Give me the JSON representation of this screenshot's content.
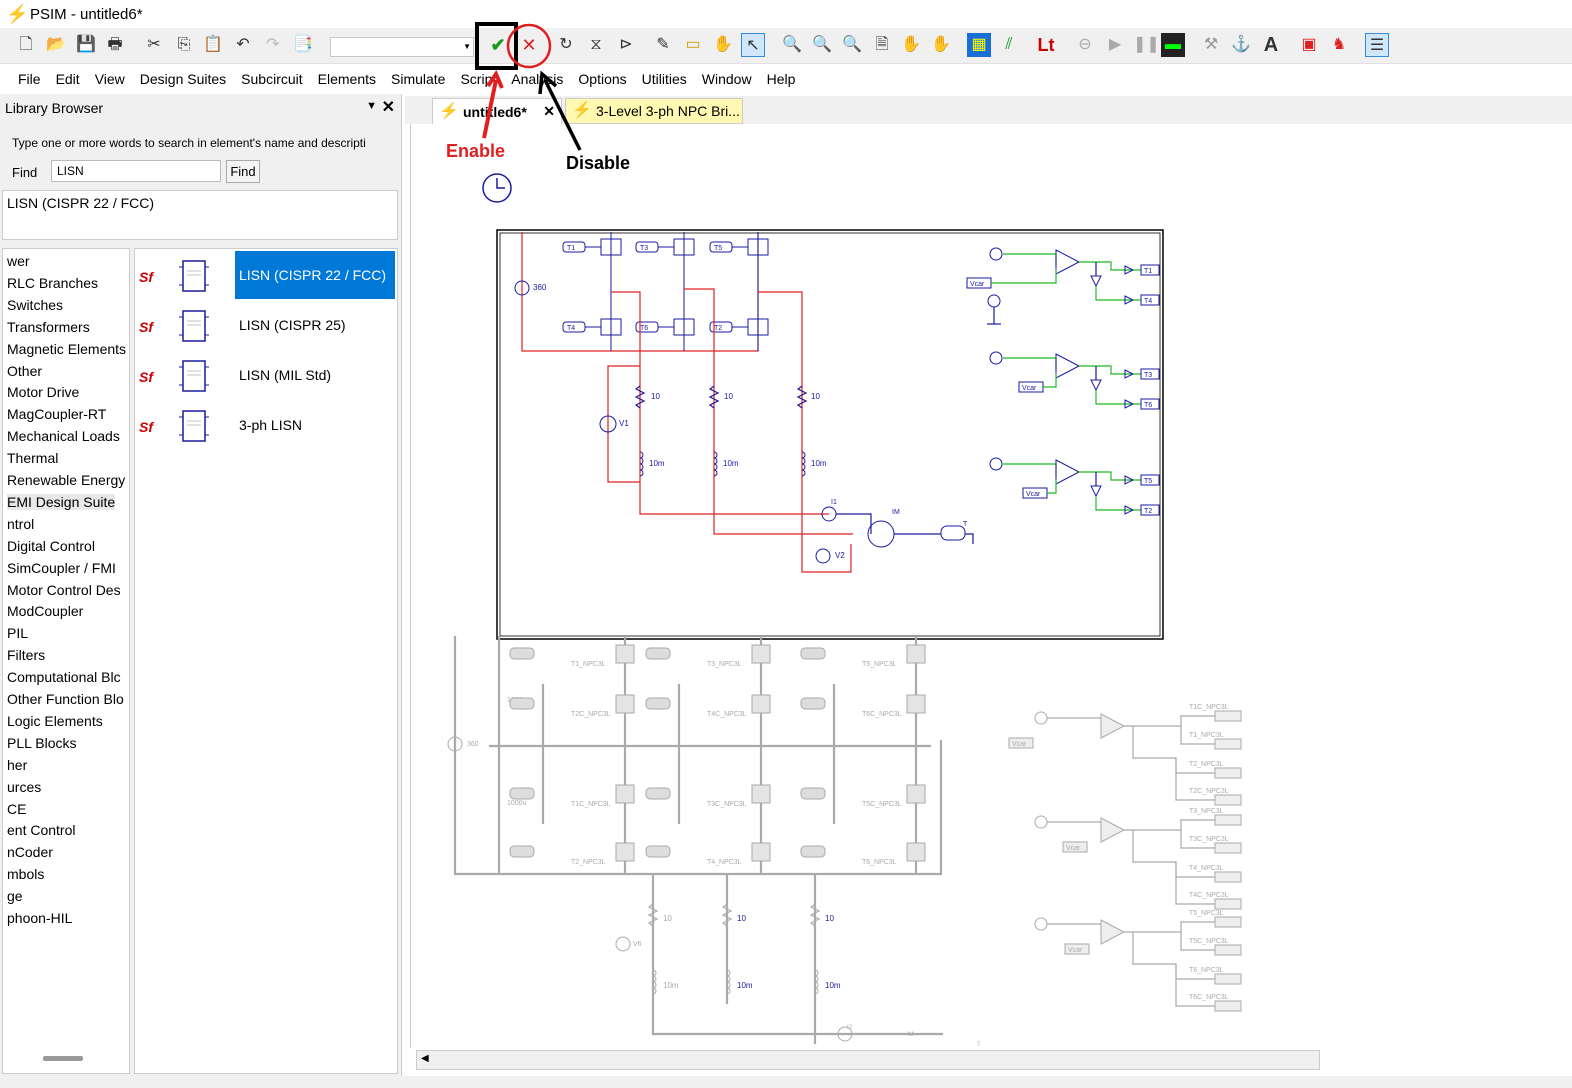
{
  "window": {
    "title": "PSIM - untitled6*"
  },
  "toolbar": {
    "combo_value": "",
    "buttons": [
      "new-icon",
      "open-icon",
      "save-icon",
      "print-icon",
      "cut-icon",
      "copy-icon",
      "paste-icon",
      "undo-icon",
      "redo-icon",
      "clipboard-icon",
      "enable-check-icon",
      "disable-x-icon",
      "rotate-icon",
      "flip-lr-icon",
      "flip-tb-icon",
      "wire-icon",
      "label-icon",
      "hand-icon",
      "select-arrow-icon",
      "zoom-icon",
      "zoom-in-icon",
      "zoom-out-icon",
      "fit-page-icon",
      "pan-icon",
      "pan2-icon",
      "simview-icon",
      "probe-icon",
      "lt-icon",
      "stop-icon",
      "run-icon",
      "pause-icon",
      "scope-icon",
      "tool1-icon",
      "tool2-icon",
      "text-icon",
      "hw-icon",
      "bull-icon",
      "list-icon"
    ]
  },
  "menu": [
    "File",
    "Edit",
    "View",
    "Design Suites",
    "Subcircuit",
    "Elements",
    "Simulate",
    "Script",
    "Analysis",
    "Options",
    "Utilities",
    "Window",
    "Help"
  ],
  "library": {
    "title": "Library Browser",
    "description": "Type one or more words to search in element's name and  descripti",
    "find_label": "Find",
    "find_value": "LISN",
    "find_button": "Find",
    "result": "LISN (CISPR 22 / FCC)",
    "tree": [
      "wer",
      "RLC Branches",
      "Switches",
      "Transformers",
      "Magnetic Elements",
      "Other",
      "Motor Drive",
      "MagCoupler-RT",
      "Mechanical Loads",
      "Thermal",
      "Renewable Energy",
      "EMI Design Suite",
      "ntrol",
      "Digital Control",
      "SimCoupler / FMI",
      "Motor Control Des",
      "ModCoupler",
      "PIL",
      "Filters",
      "Computational Blc",
      "Other Function Blo",
      "Logic Elements",
      "PLL Blocks",
      "her",
      "urces",
      "CE",
      "ent Control",
      "nCoder",
      "mbols",
      "ge",
      "phoon-HIL"
    ],
    "elements": [
      {
        "sf": "Sf",
        "label": "LISN (CISPR 22 / FCC)"
      },
      {
        "sf": "Sf",
        "label": "LISN (CISPR 25)"
      },
      {
        "sf": "Sf",
        "label": "LISN (MIL Std)"
      },
      {
        "sf": "Sf",
        "label": "3-ph LISN"
      }
    ]
  },
  "tabs": [
    {
      "label": "untitled6*",
      "close": "✕"
    },
    {
      "label": "3-Level 3-ph NPC Bri..."
    }
  ],
  "annotations": {
    "enable": "Enable",
    "disable": "Disable"
  },
  "colors": {
    "enable": "#e02020",
    "disable": "#000000",
    "selection": "#0078d7",
    "circuit_active": "#1a1aa0",
    "wire_red": "#e02020",
    "wire_green": "#22bb22",
    "circuit_disabled": "#aaaaaa"
  },
  "schematic": {
    "top": {
      "switches": [
        "T1",
        "T3",
        "T5",
        "T4",
        "T6",
        "T2"
      ],
      "dc_source": "360",
      "resistors": [
        "10",
        "10",
        "10"
      ],
      "inductors": [
        "10m",
        "10m",
        "10m"
      ],
      "meters": [
        "V1",
        "I1",
        "V2"
      ],
      "motor": "IM",
      "torque": "T",
      "carrier": "Vcar",
      "outputs": [
        "T1",
        "T4",
        "T3",
        "T6",
        "T5",
        "T2"
      ]
    },
    "bottom": {
      "switches": [
        "T1_NPC3L",
        "T3_NPC3L",
        "T5_NPC3L",
        "T2C_NPC3L",
        "T4C_NPC3L",
        "T6C_NPC3L",
        "T1C_NPC3L",
        "T3C_NPC3L",
        "T5C_NPC3L",
        "T2_NPC3L",
        "T4_NPC3L",
        "T6_NPC3L"
      ],
      "capacitors": [
        "1000u",
        "1000u"
      ],
      "dc_source": "360",
      "resistors": [
        "10",
        "10",
        "10"
      ],
      "inductors": [
        "10m",
        "10m",
        "10m"
      ],
      "meters": [
        "V6",
        "I2"
      ],
      "motor": "IM",
      "torque": "T",
      "carrier": "Vcar",
      "outputs": [
        "T1C_NPC3L",
        "T1_NPC3L",
        "T2_NPC3L",
        "T2C_NPC3L",
        "T3_NPC3L",
        "T3C_NPC3L",
        "T4_NPC3L",
        "T4C_NPC3L",
        "T5_NPC3L",
        "T5C_NPC3L",
        "T6_NPC3L",
        "T6C_NPC3L"
      ]
    }
  }
}
